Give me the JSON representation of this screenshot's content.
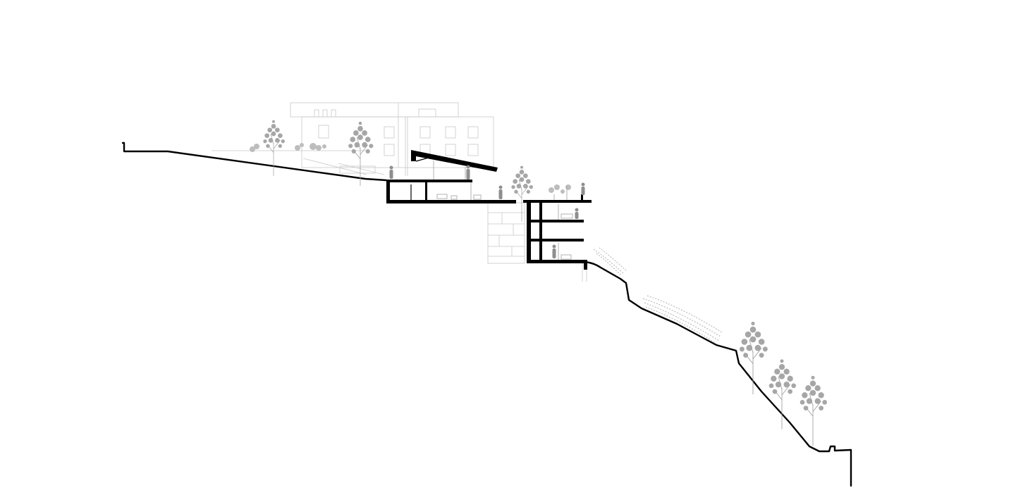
{
  "drawing": {
    "kind": "architectural site section",
    "colors": {
      "background": "#ffffff",
      "section_cut": "#000000",
      "background_elevation": "#c8c8c8",
      "vegetation": "#a6a6a6"
    },
    "elements": [
      "ground-profile",
      "background-building-elevation",
      "upper-building-section",
      "lower-building-section",
      "retaining-wall",
      "trees",
      "shrub-bands",
      "human-figures"
    ]
  }
}
